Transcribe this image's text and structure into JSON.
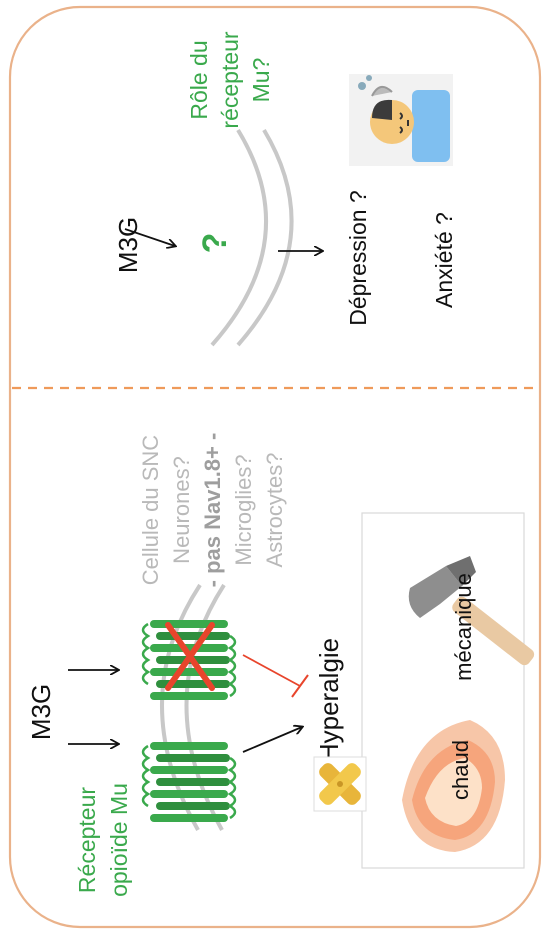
{
  "top_panel": {
    "m3g_label": "M3G",
    "mu_role_lines": [
      "Rôle du",
      "récepteur",
      "Mu?"
    ],
    "question_mark": "?",
    "depression_label": "Dépression ?",
    "anxiety_label": "Anxiété ?"
  },
  "bottom_panel": {
    "receptor_lines": [
      "Récepteur",
      "opioïde Mu"
    ],
    "m3g_label": "M3G",
    "cns_lines": [
      "Cellule du SNC",
      "Neurones?",
      "- pas Nav1.8+ -",
      "Microglies?",
      "Astrocytes?"
    ],
    "hyperalgesia_label": "Hyperalgie",
    "heat_label": "chaud",
    "mechanical_label": "mécanique"
  },
  "colors": {
    "green": "#3aa94c",
    "grey_text": "#b9b9b9",
    "membrane": "#c8c8c8",
    "border": "#eab28a",
    "divider": "#ef9a5a",
    "red": "#e8452c"
  }
}
